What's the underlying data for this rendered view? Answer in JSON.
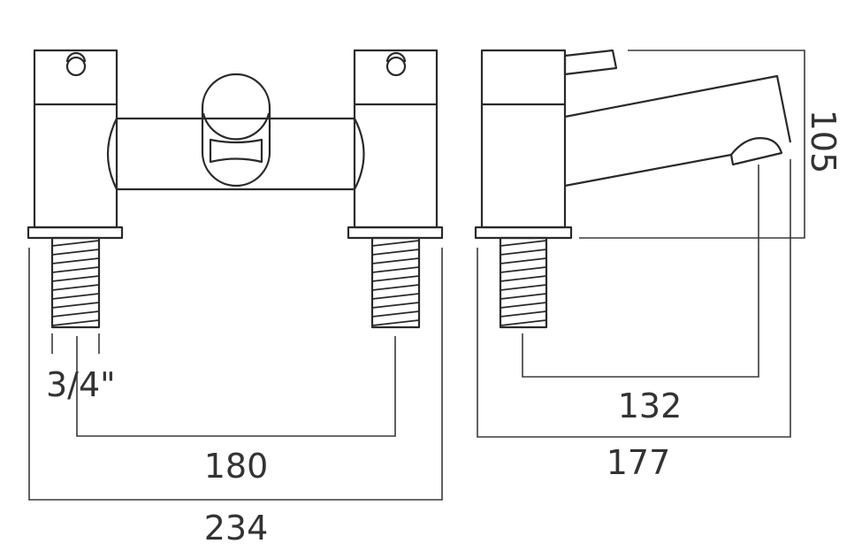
{
  "diagram": {
    "front_view": {
      "dimensions": {
        "connection_size": "3/4\"",
        "centres": "180",
        "overall_width": "234"
      }
    },
    "side_view": {
      "dimensions": {
        "height": "105",
        "spout_reach": "132",
        "overall_depth": "177"
      }
    },
    "colors": {
      "line": "#2a2a2a",
      "background": "#ffffff"
    }
  }
}
